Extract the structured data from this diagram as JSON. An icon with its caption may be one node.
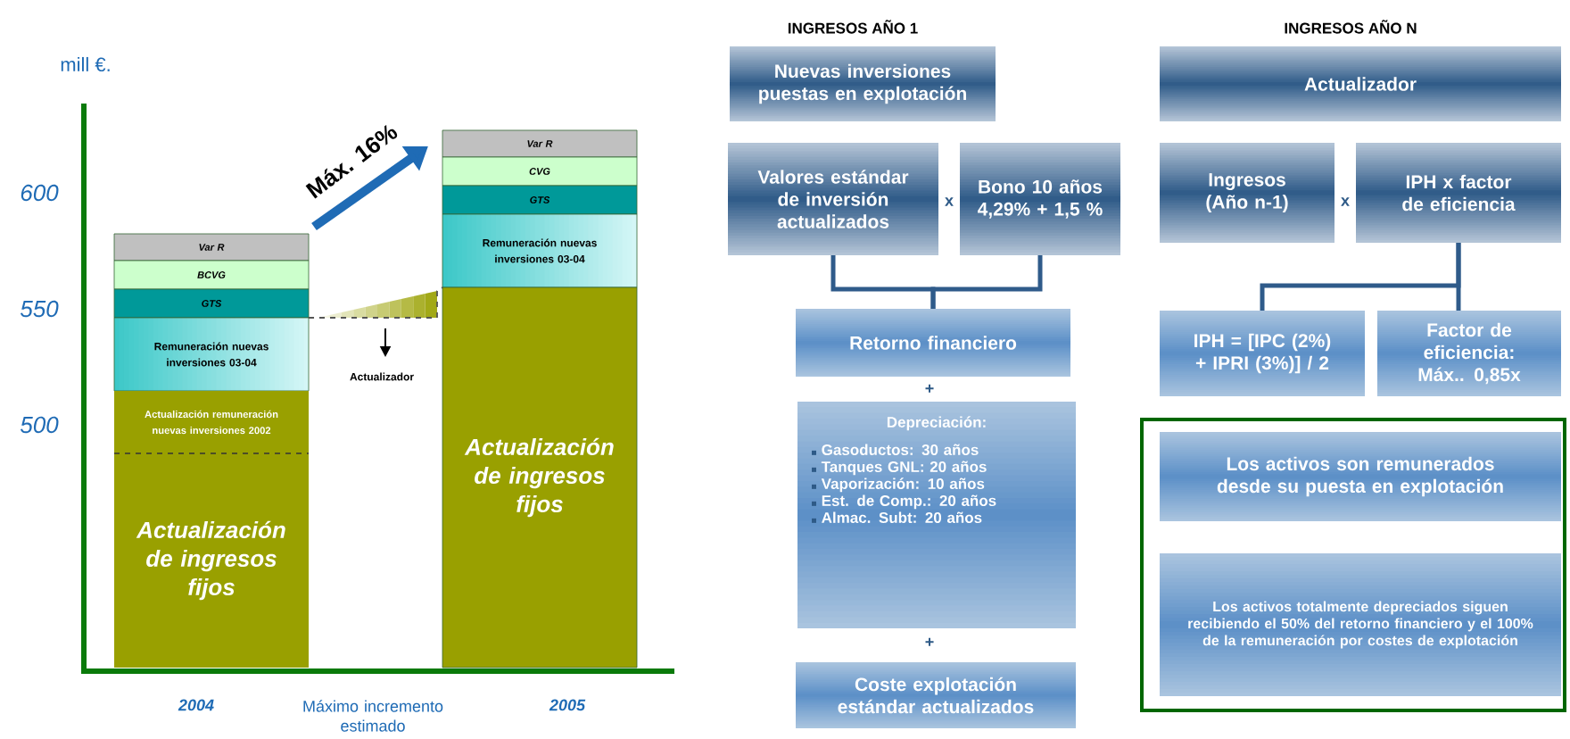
{
  "diagram": {
    "nodes": [
      {
        "text": [
          "Var R"
        ]
      },
      {
        "text": [
          "BCVG"
        ]
      },
      {
        "text": [
          "GTS"
        ]
      },
      {
        "text": [
          "Remuneración nuevas inversiones 03-04"
        ]
      },
      {
        "text": [
          "Actualización remuneración nuevas inversiones  2002"
        ]
      },
      {
        "text": [
          "Actualización de ingresos fijos"
        ]
      },
      {
        "text": [
          "Var R"
        ]
      },
      {
        "text": [
          "CVG"
        ]
      },
      {
        "text": [
          "GTS"
        ]
      },
      {
        "text": [
          "Remuneración nuevas inversiones 03-04"
        ]
      },
      {
        "text": [
          "Actualización de ingresos fijos"
        ]
      },
      {
        "text": [
          "Nuevas inversiones puestas en explotación"
        ]
      },
      {
        "text": [
          "Valores estándar de inversión actualizados"
        ]
      },
      {
        "text": [
          "Bono 10 años 4,29% + 1,5 %"
        ]
      },
      {
        "text": [
          "Retorno financiero"
        ]
      },
      {
        "text": [
          "Depreciación:",
          "Gasoductos: 30 años",
          "Tanques GNL: 20 años",
          "Vaporización: 10 años",
          "Est. de Comp.: 20 años",
          "Almac. Subt: 20 años"
        ]
      },
      {
        "text": [
          "Coste explotación estándar actualizados"
        ]
      },
      {
        "text": [
          "Actualizador"
        ]
      },
      {
        "text": [
          "Ingresos (Año n-1)"
        ]
      },
      {
        "text": [
          "IPH x factor de eficiencia"
        ]
      },
      {
        "text": [
          "IPH = [IPC (2%) + IPRI (3%)] / 2"
        ]
      },
      {
        "text": [
          "Factor de eficiencia: Máx.. 0,85x"
        ]
      },
      {
        "text": [],
        "shape": "box"
      },
      {
        "text": [
          "Los activos son remunerados desde su puesta en explotación"
        ],
        "in": 22
      },
      {
        "text": [
          "Los activos totalmente depreciados siguen recibiendo el 50% del retorno financiero y el 100% de la remuneración por costes de explotación"
        ],
        "in": 22
      }
    ],
    "edges": [
      {
        "from": 12,
        "to": 14,
        "arrow": "none"
      },
      {
        "from": 13,
        "to": 14,
        "arrow": "none"
      },
      {
        "from": 19,
        "to": 20,
        "arrow": "none"
      },
      {
        "from": 19,
        "to": 21,
        "arrow": "none"
      },
      {
        "from": 2,
        "to": 9,
        "arrow": "none",
        "style": "dashed",
        "color": "#555555"
      }
    ],
    "labels": [
      "mill €.",
      "600",
      "550",
      "500",
      "Máx. 16%",
      "Actualizador",
      "2004",
      "Máximo incremento estimado",
      "2005",
      "INGRESOS AÑO 1",
      "INGRESOS AÑO N",
      "x",
      "x",
      "+",
      "+"
    ]
  }
}
